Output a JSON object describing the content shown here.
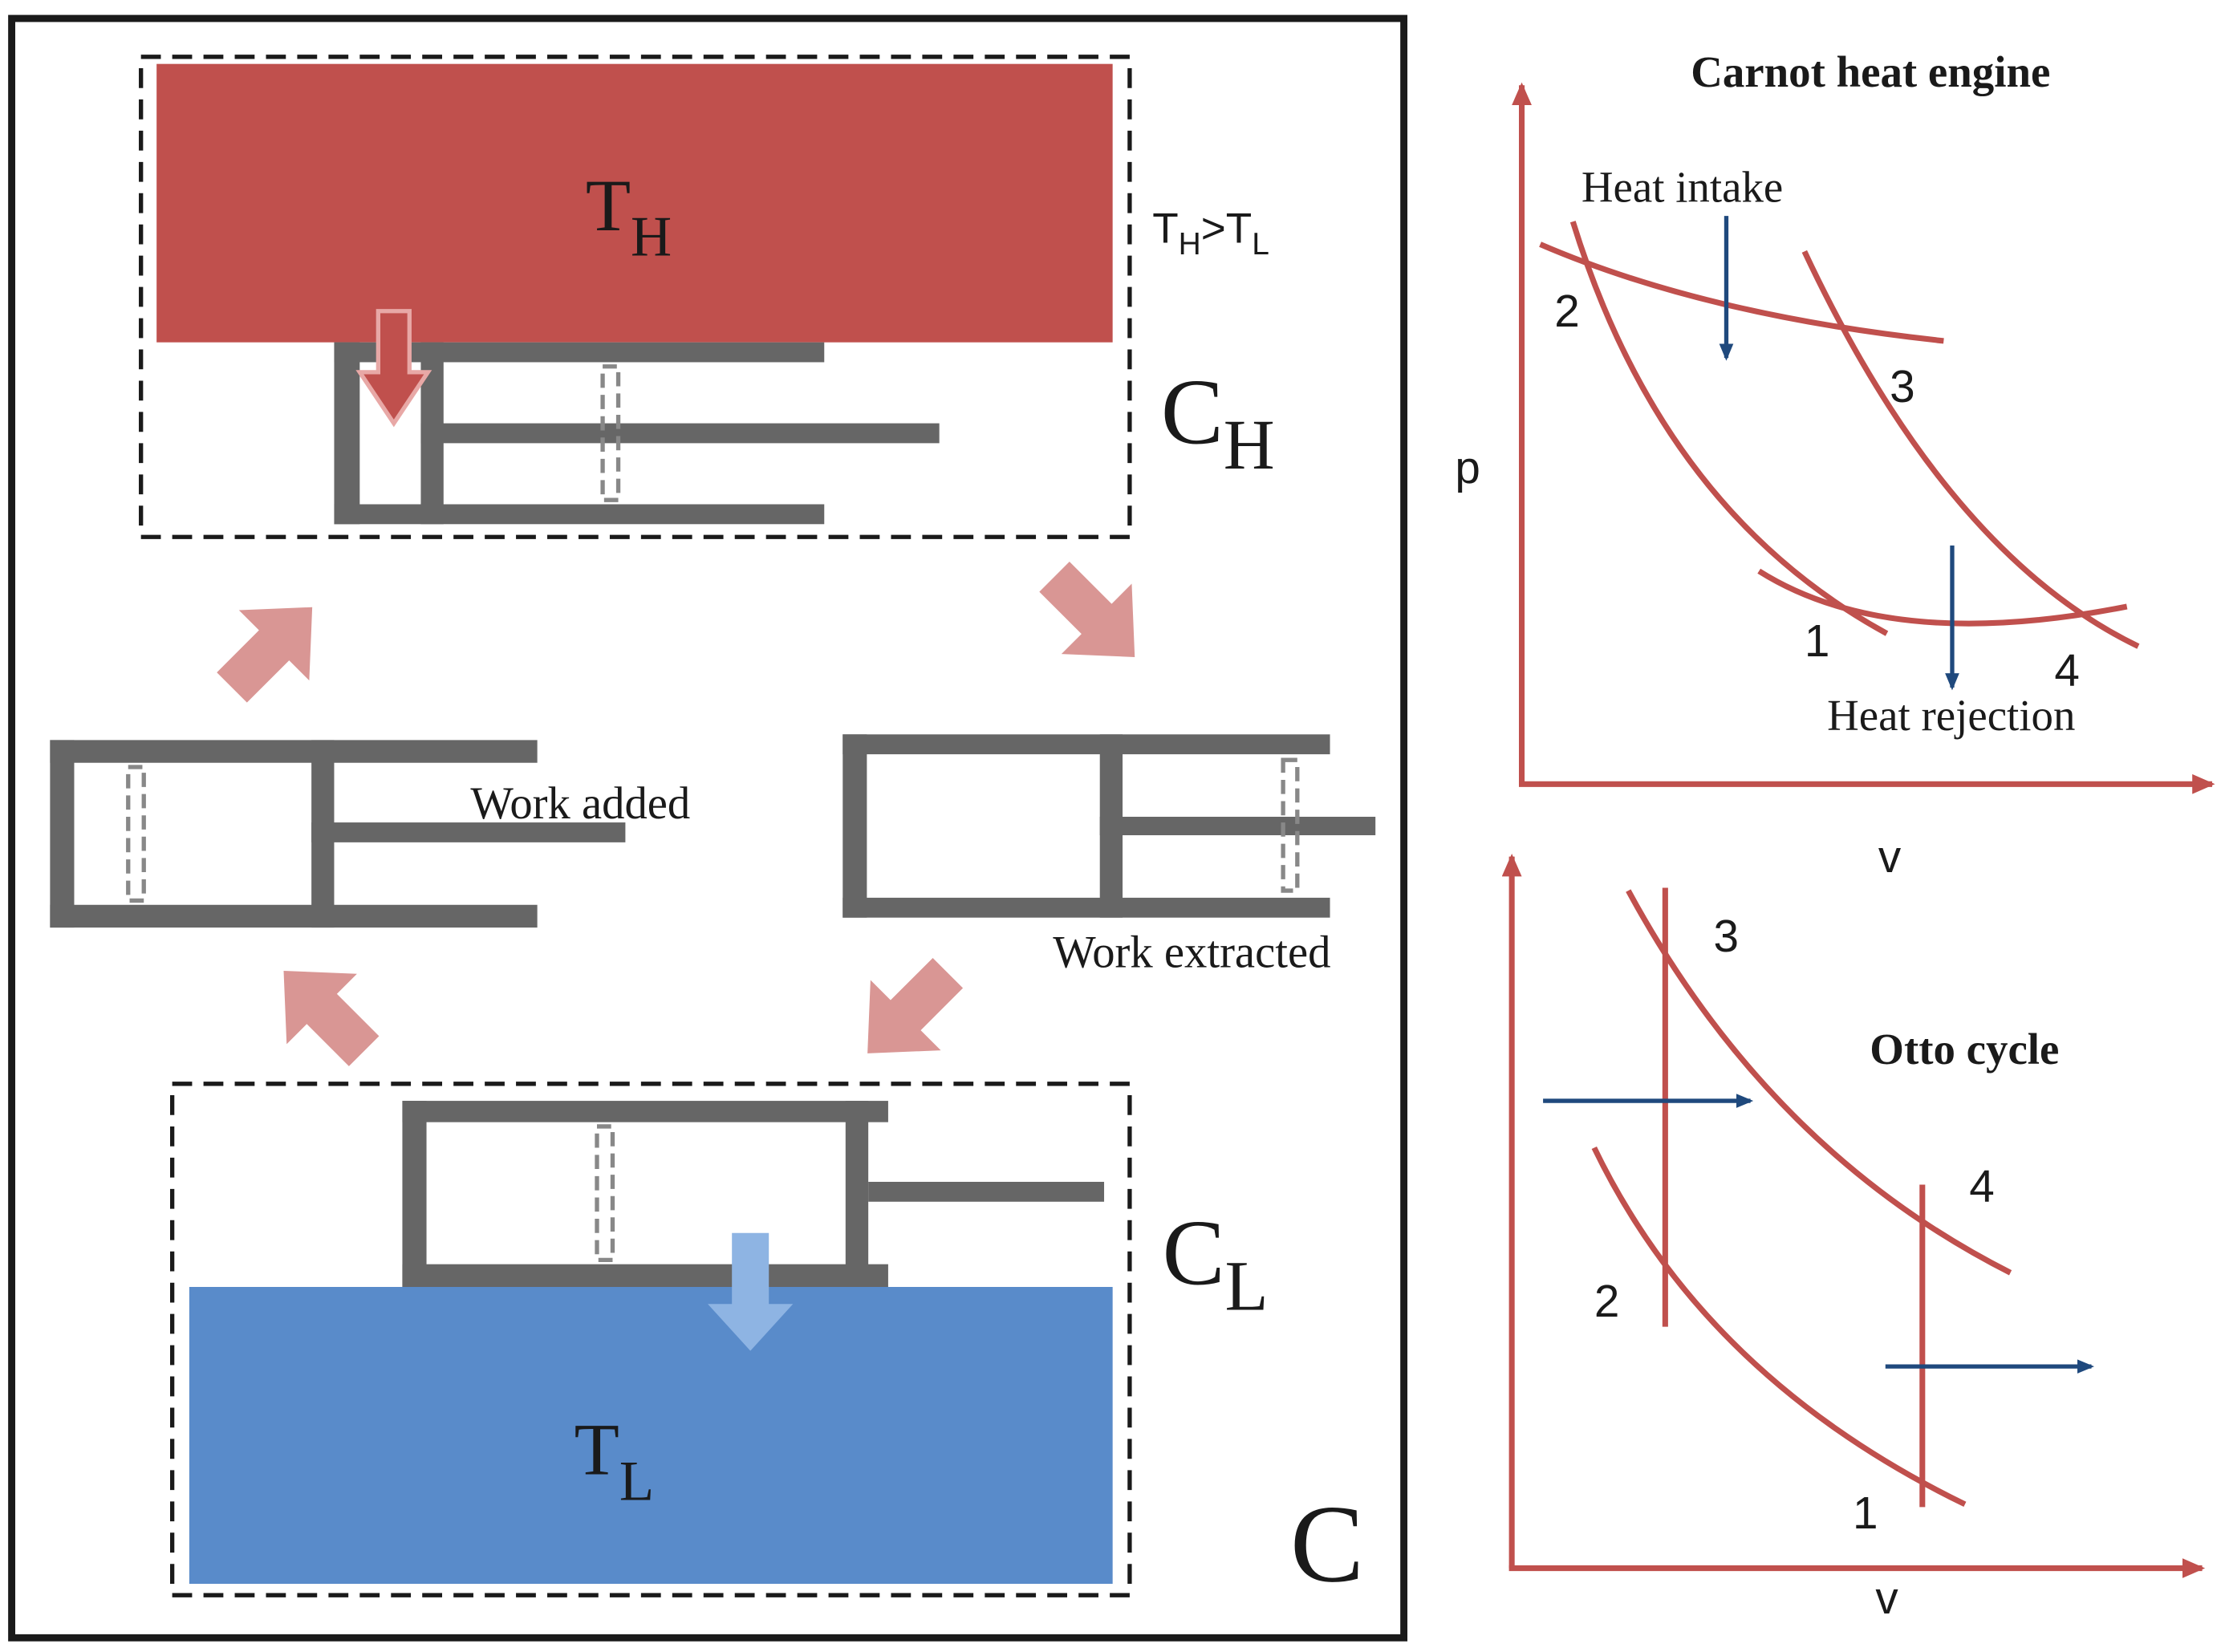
{
  "cycle_panel": {
    "hot_reservoir": {
      "symbol": "T",
      "subscript": "H",
      "color": "#c0504d"
    },
    "cold_reservoir": {
      "symbol": "T",
      "subscript": "L",
      "color": "#598bca"
    },
    "temperature_relation": {
      "t1": "T",
      "s1": "H",
      "op": ">",
      "t2": "T",
      "s2": "L"
    },
    "hot_contact": {
      "symbol": "C",
      "subscript": "H"
    },
    "cold_contact": {
      "symbol": "C",
      "subscript": "L"
    },
    "cycle_label": "C",
    "work_added": "Work added",
    "work_extracted": "Work extracted",
    "piston_color": "#666666",
    "cycle_arrow_color": "#d99694"
  },
  "carnot": {
    "title": "Carnot heat engine",
    "ylabel": "p",
    "xlabel": "v",
    "heat_intake": "Heat intake",
    "heat_rejection": "Heat rejection",
    "points": [
      "1",
      "2",
      "3",
      "4"
    ]
  },
  "otto": {
    "title": "Otto cycle",
    "xlabel": "v",
    "points": [
      "1",
      "2",
      "3",
      "4"
    ]
  },
  "colors": {
    "axis": "#c0504d",
    "arrow": "#1f497d"
  }
}
